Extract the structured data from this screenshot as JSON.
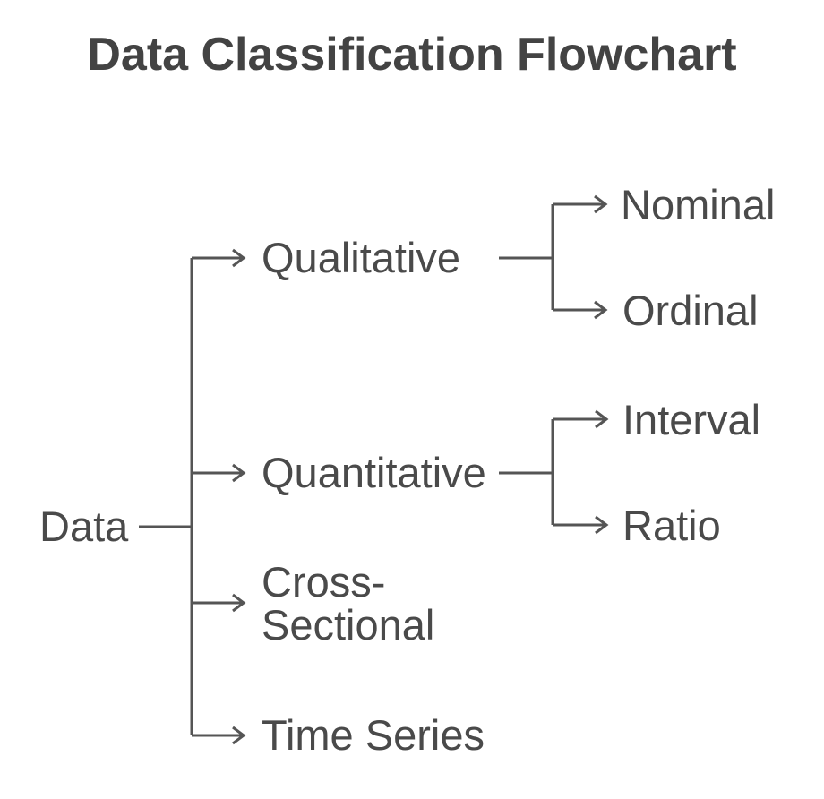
{
  "title": "Data Classification Flowchart",
  "colors": {
    "background": "#ffffff",
    "title_text": "#434343",
    "node_text": "#4a4a4a",
    "edge_line": "#555555"
  },
  "chart_data": {
    "type": "diagram",
    "diagram_kind": "tree-flowchart",
    "orientation": "left-to-right",
    "title": "Data Classification Flowchart",
    "root": "Data",
    "nodes": [
      {
        "id": "data",
        "label": "Data",
        "level": 0
      },
      {
        "id": "qualitative",
        "label": "Qualitative",
        "level": 1
      },
      {
        "id": "quantitative",
        "label": "Quantitative",
        "level": 1
      },
      {
        "id": "cross_sectional",
        "label": "Cross-Sectional",
        "level": 1
      },
      {
        "id": "time_series",
        "label": "Time Series",
        "level": 1
      },
      {
        "id": "nominal",
        "label": "Nominal",
        "level": 2
      },
      {
        "id": "ordinal",
        "label": "Ordinal",
        "level": 2
      },
      {
        "id": "interval",
        "label": "Interval",
        "level": 2
      },
      {
        "id": "ratio",
        "label": "Ratio",
        "level": 2
      }
    ],
    "edges": [
      {
        "from": "data",
        "to": "qualitative"
      },
      {
        "from": "data",
        "to": "quantitative"
      },
      {
        "from": "data",
        "to": "cross_sectional"
      },
      {
        "from": "data",
        "to": "time_series"
      },
      {
        "from": "qualitative",
        "to": "nominal"
      },
      {
        "from": "qualitative",
        "to": "ordinal"
      },
      {
        "from": "quantitative",
        "to": "interval"
      },
      {
        "from": "quantitative",
        "to": "ratio"
      }
    ]
  },
  "labels": {
    "data": "Data",
    "qualitative": "Qualitative",
    "quantitative": "Quantitative",
    "cross_sectional_line1": "Cross-",
    "cross_sectional_line2": "Sectional",
    "time_series": "Time Series",
    "nominal": "Nominal",
    "ordinal": "Ordinal",
    "interval": "Interval",
    "ratio": "Ratio"
  }
}
